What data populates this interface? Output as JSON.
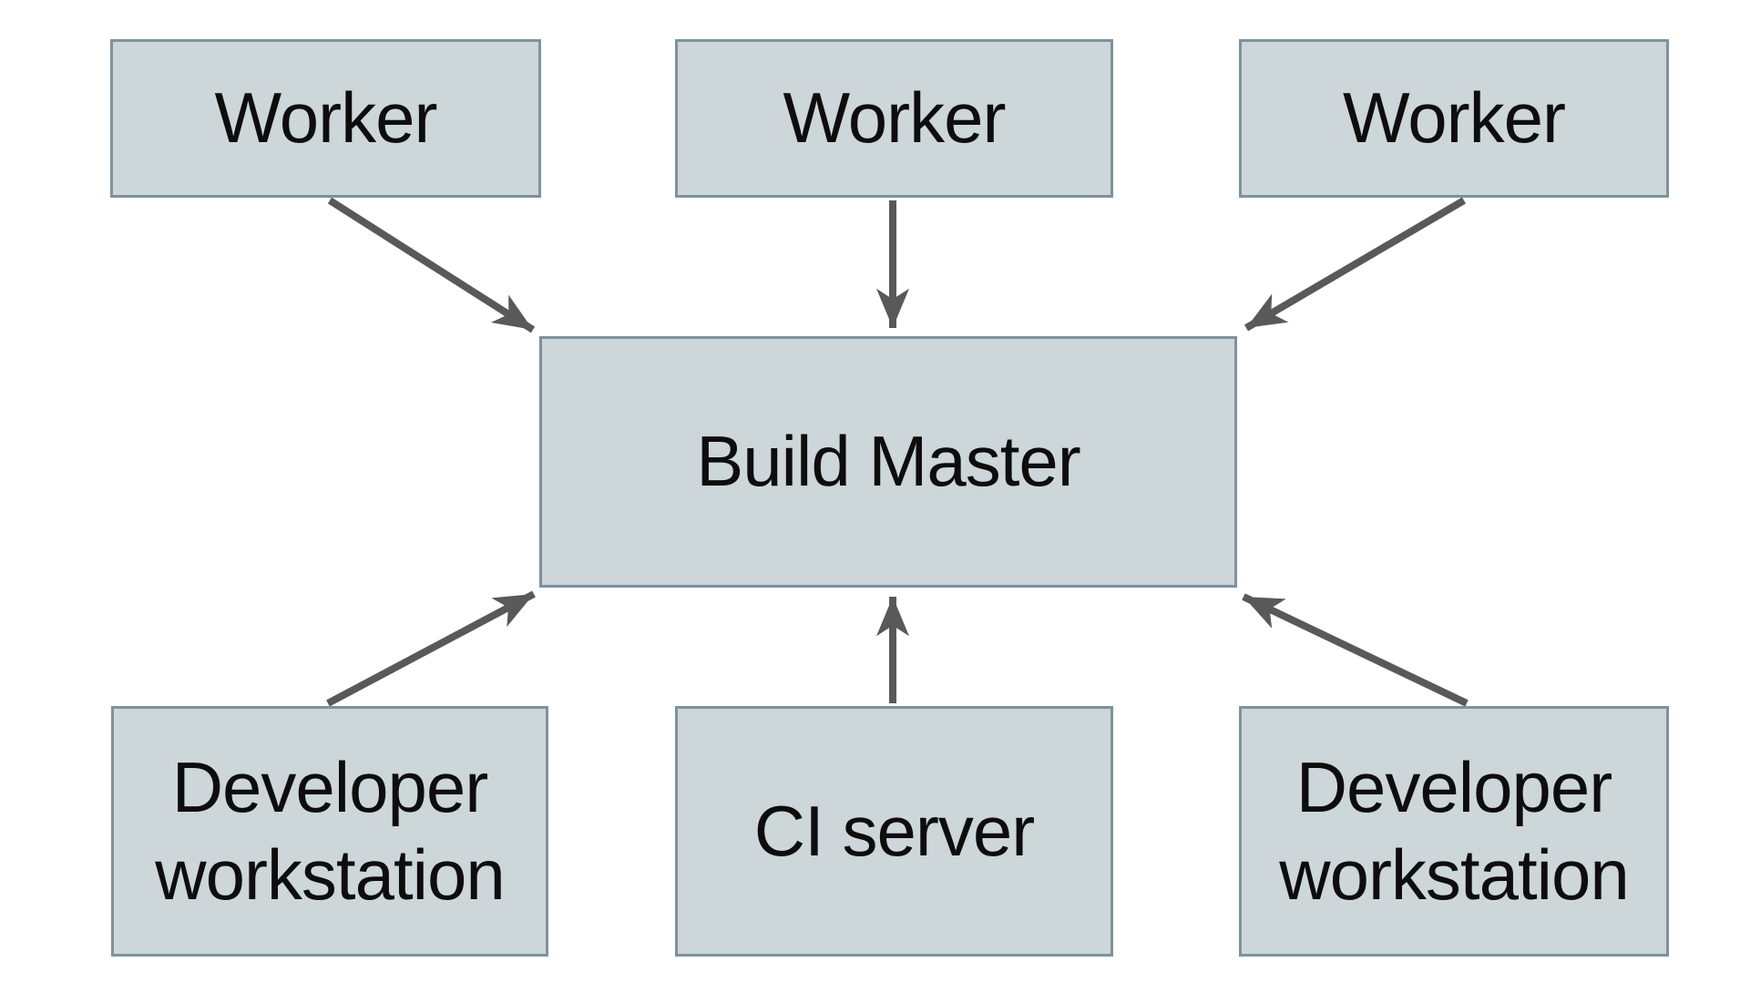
{
  "diagram": {
    "colors": {
      "node_fill": "#cdd6d9",
      "node_border": "#7e929c",
      "arrow": "#595959",
      "text": "#0d0d0d",
      "background": "#ffffff"
    },
    "nodes": [
      {
        "id": "worker-1",
        "label": "Worker"
      },
      {
        "id": "worker-2",
        "label": "Worker"
      },
      {
        "id": "worker-3",
        "label": "Worker"
      },
      {
        "id": "build-master",
        "label": "Build Master"
      },
      {
        "id": "developer-workstation-left",
        "label": "Developer workstation"
      },
      {
        "id": "ci-server",
        "label": "CI server"
      },
      {
        "id": "developer-workstation-right",
        "label": "Developer workstation"
      }
    ],
    "edges": [
      {
        "from": "worker-1",
        "to": "build-master"
      },
      {
        "from": "worker-2",
        "to": "build-master"
      },
      {
        "from": "worker-3",
        "to": "build-master"
      },
      {
        "from": "developer-workstation-left",
        "to": "build-master"
      },
      {
        "from": "ci-server",
        "to": "build-master"
      },
      {
        "from": "developer-workstation-right",
        "to": "build-master"
      }
    ]
  }
}
